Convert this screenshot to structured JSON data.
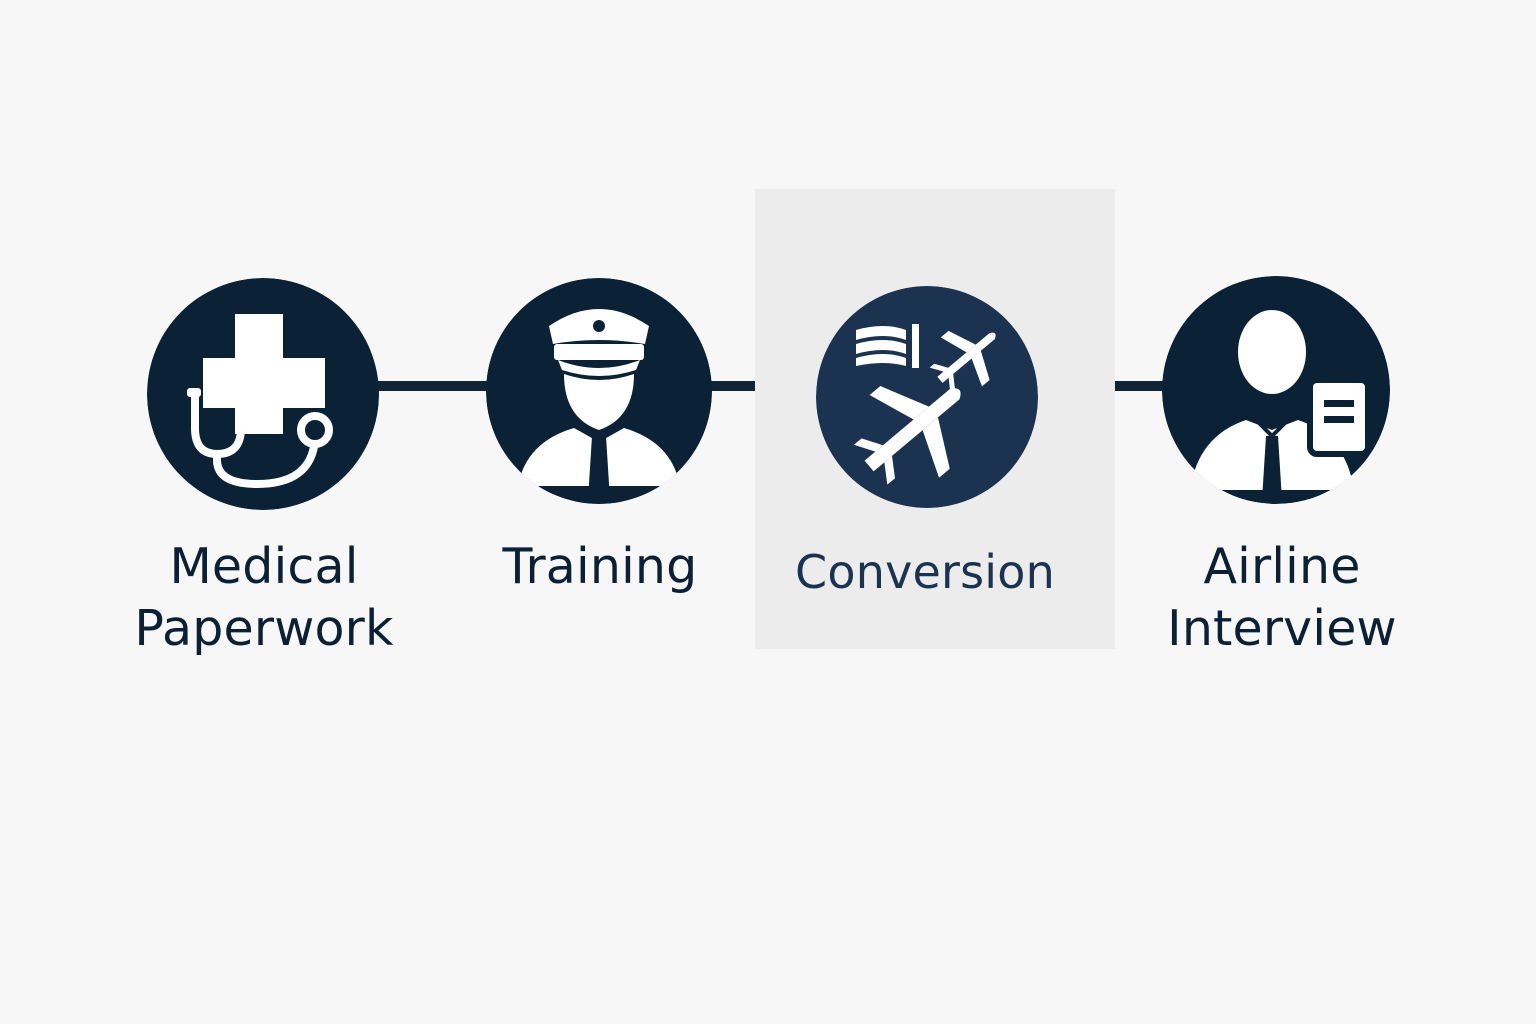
{
  "diagram": {
    "colors": {
      "background": "#f7f7f7",
      "icon_dark": "#0b2236",
      "icon_conversion": "#1b3250",
      "line": "#0f2437",
      "highlight_panel": "#ececec",
      "text": "#0c2035"
    },
    "steps": [
      {
        "id": "medical-paperwork",
        "icon": "medical-cross-stethoscope-icon",
        "label_lines": [
          "Medical",
          "Paperwork"
        ]
      },
      {
        "id": "training",
        "icon": "pilot-icon",
        "label_lines": [
          "Training"
        ]
      },
      {
        "id": "conversion",
        "icon": "flag-airplanes-icon",
        "label_lines": [
          "Conversion"
        ],
        "highlighted": true
      },
      {
        "id": "airline-interview",
        "icon": "interview-candidate-document-icon",
        "label_lines": [
          "Airline",
          "Interview"
        ]
      }
    ]
  }
}
